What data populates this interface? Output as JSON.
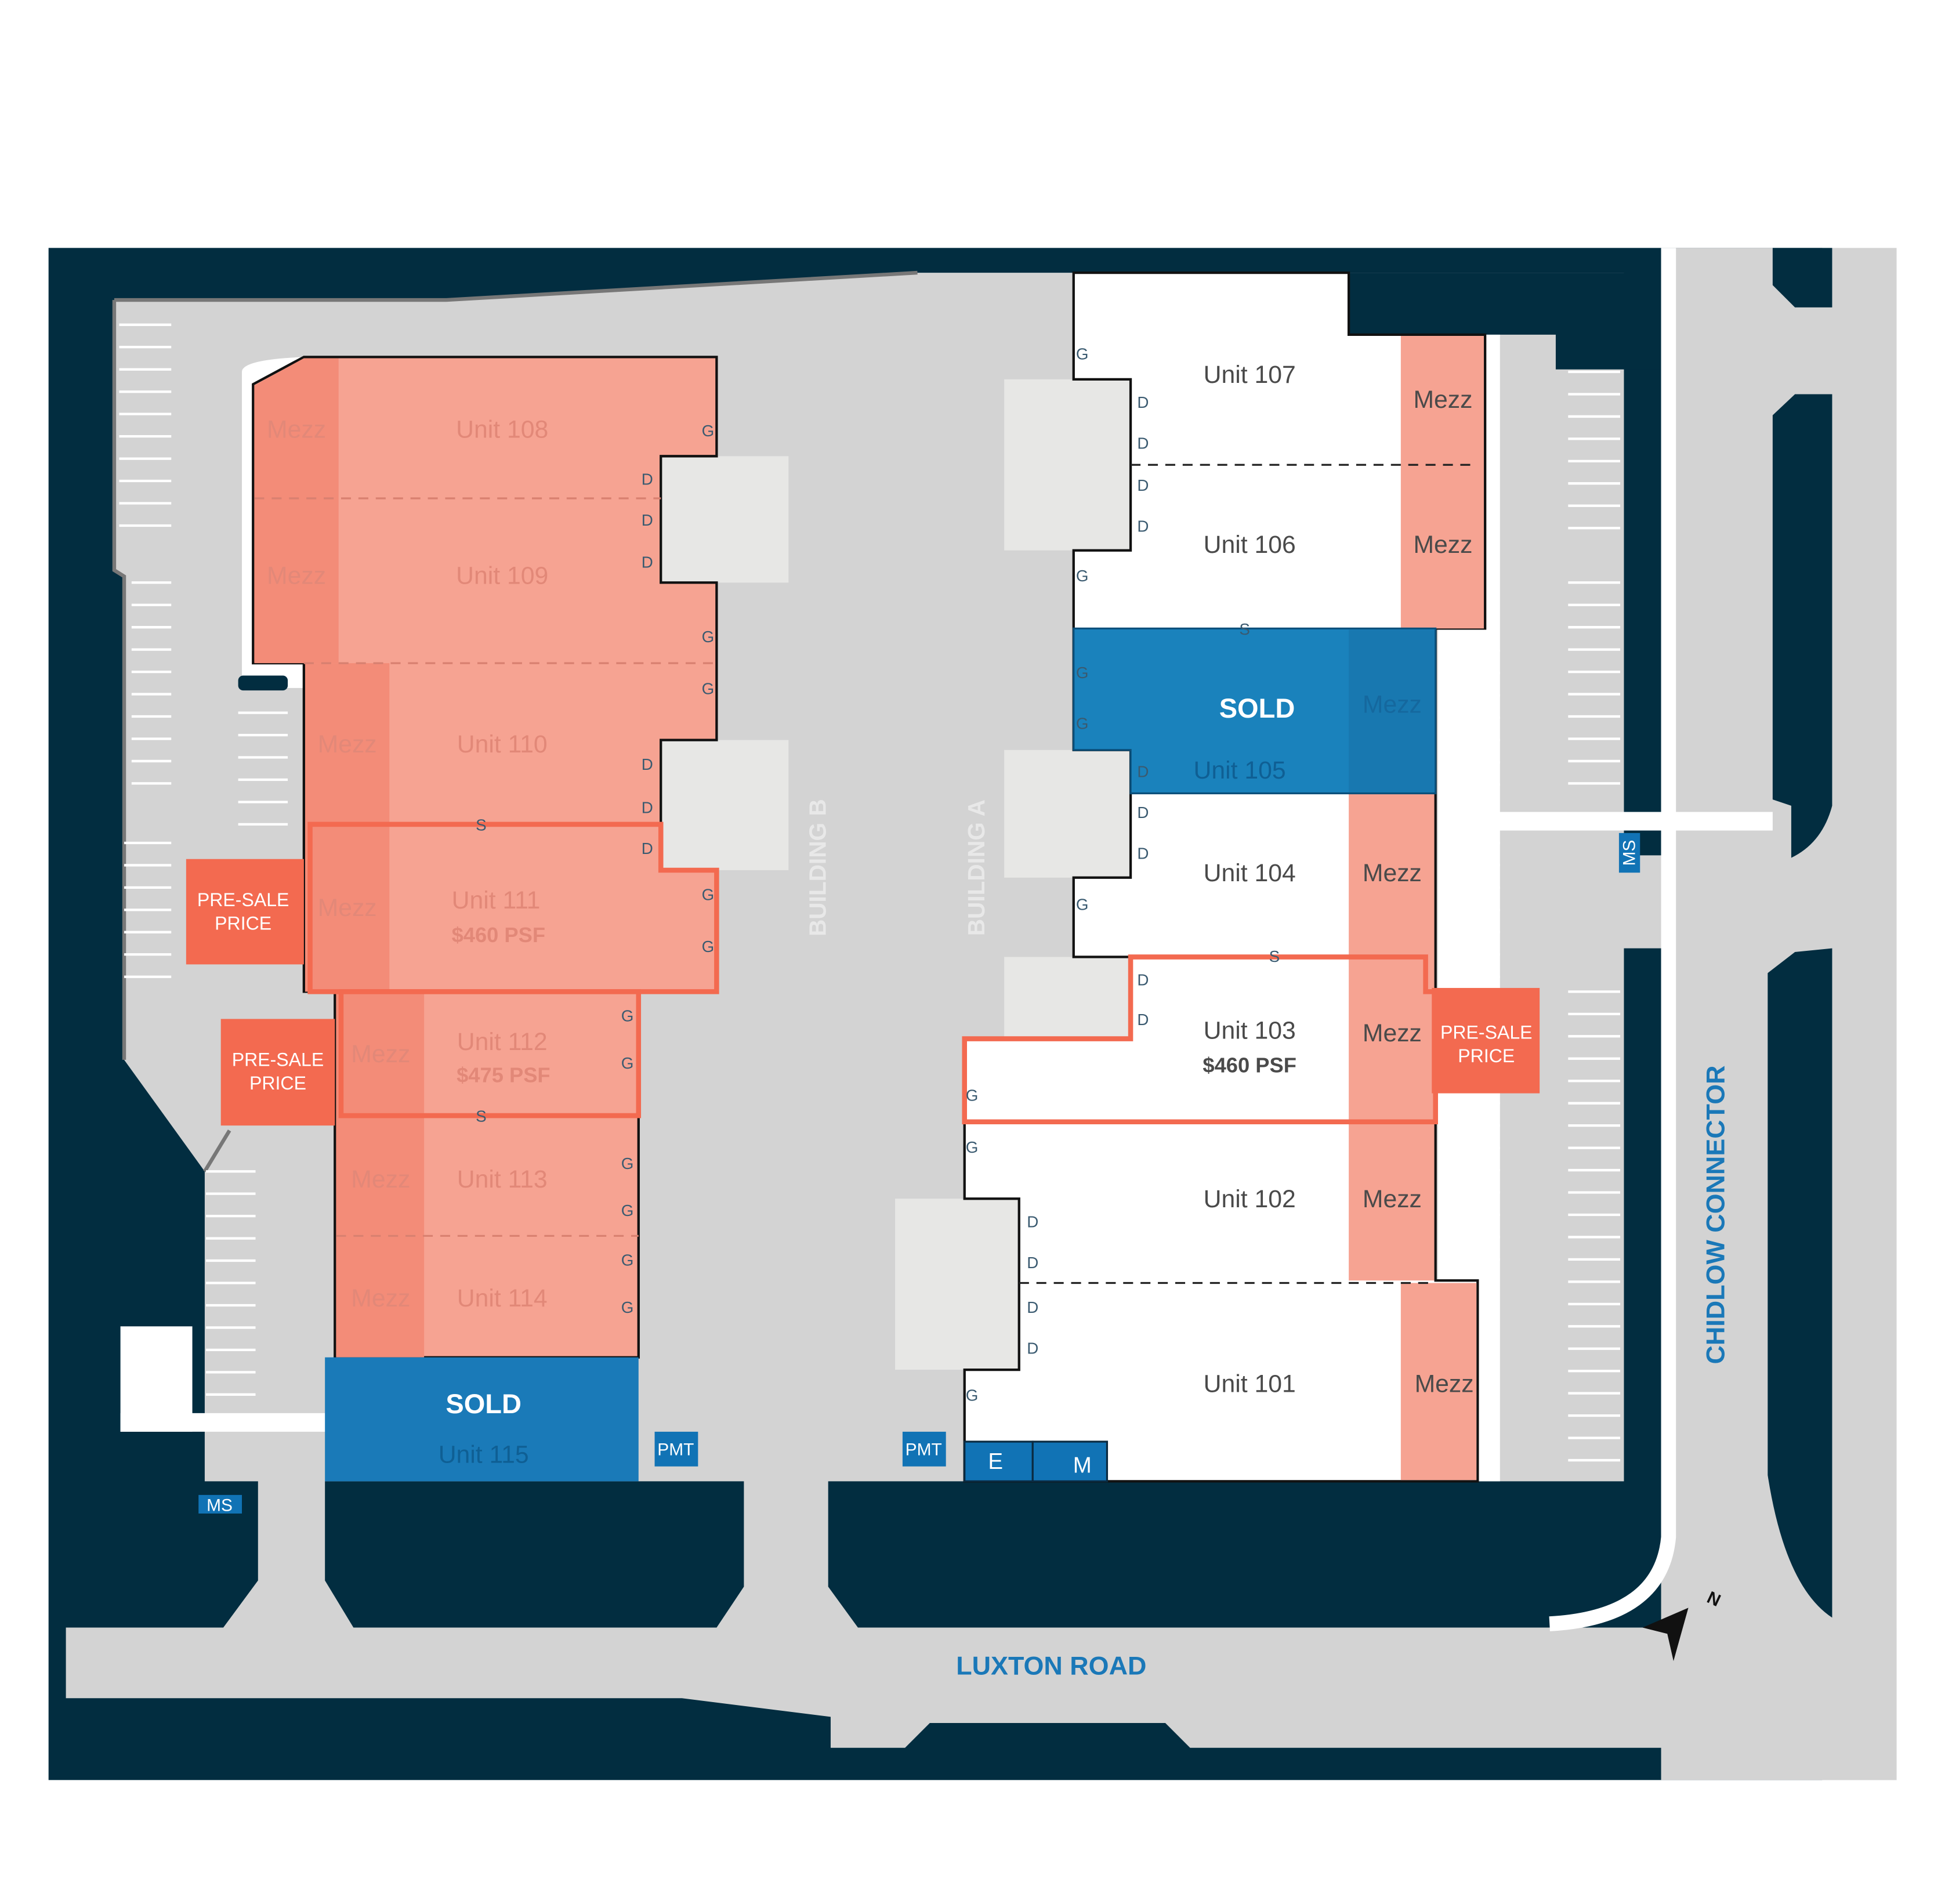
{
  "colors": {
    "dark": "#022d40",
    "lot": "#d3d3d3",
    "pink": "#f6a392",
    "mezz_pink": "#f38c78",
    "presale": "#f36a50",
    "sold": "#1a82bc",
    "road_label": "#1a78b8"
  },
  "building_b": {
    "label": "BUILDING B",
    "units": [
      {
        "name": "Unit 108",
        "mezz": "Mezz"
      },
      {
        "name": "Unit 109",
        "mezz": "Mezz"
      },
      {
        "name": "Unit 110",
        "mezz": "Mezz"
      },
      {
        "name": "Unit 111",
        "mezz": "Mezz",
        "price": "$460 PSF"
      },
      {
        "name": "Unit 112",
        "mezz": "Mezz",
        "price": "$475 PSF"
      },
      {
        "name": "Unit 113",
        "mezz": "Mezz"
      },
      {
        "name": "Unit 114",
        "mezz": "Mezz"
      },
      {
        "name": "Unit 115",
        "status": "SOLD"
      }
    ],
    "presale_badges": [
      "PRE-SALE",
      "PRICE"
    ]
  },
  "building_a": {
    "label": "BUILDING A",
    "units": [
      {
        "name": "Unit 107",
        "mezz": "Mezz"
      },
      {
        "name": "Unit 106",
        "mezz": "Mezz"
      },
      {
        "name": "Unit 105",
        "mezz": "Mezz",
        "status": "SOLD"
      },
      {
        "name": "Unit 104",
        "mezz": "Mezz"
      },
      {
        "name": "Unit 103",
        "mezz": "Mezz",
        "price": "$460 PSF"
      },
      {
        "name": "Unit 102",
        "mezz": "Mezz"
      },
      {
        "name": "Unit 101",
        "mezz": "Mezz"
      }
    ],
    "presale_badge": [
      "PRE-SALE",
      "PRICE"
    ]
  },
  "tags": {
    "pmt": "PMT",
    "ms": "MS",
    "electrical": "E",
    "mechanical": "M"
  },
  "markers": {
    "dock": "D",
    "grade": "G",
    "stair": "S"
  },
  "roads": {
    "south": "LUXTON ROAD",
    "east": "CHIDLOW CONNECTOR"
  },
  "compass": "N"
}
